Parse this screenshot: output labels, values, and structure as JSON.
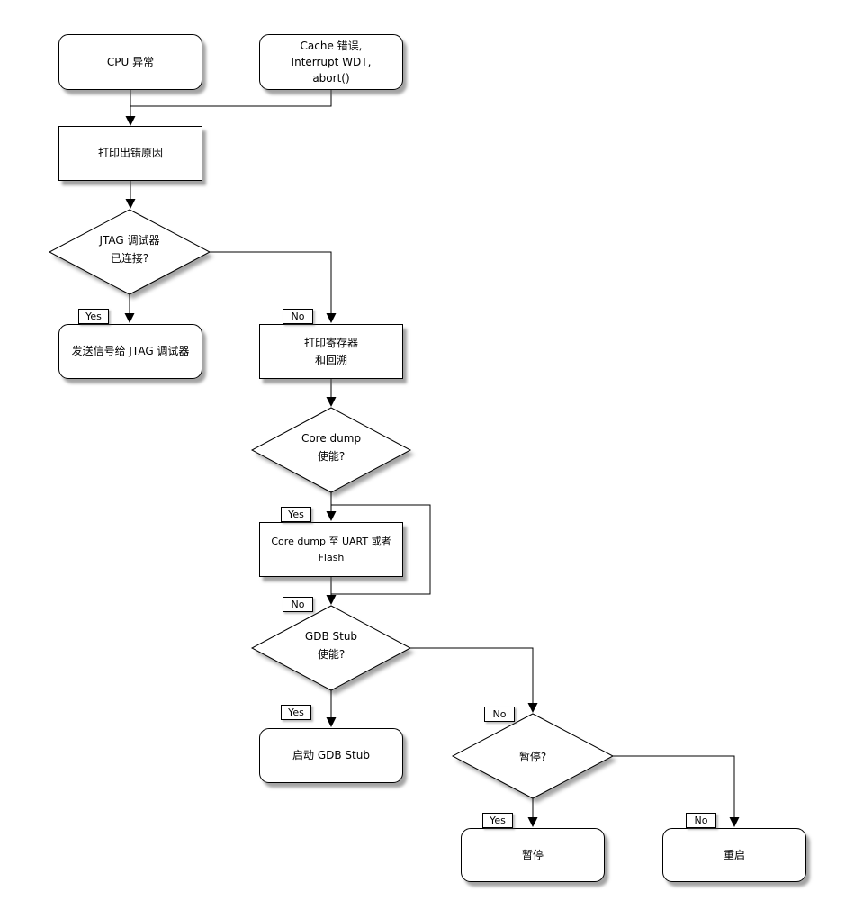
{
  "diagram": {
    "type": "flowchart",
    "colors": {
      "background": "#ffffff",
      "node_fill": "#ffffff",
      "stroke": "#000000",
      "text": "#000000",
      "shadow": "#9a9a9a"
    },
    "edge_labels": {
      "yes": "Yes",
      "no": "No"
    },
    "nodes": {
      "cpu_exception": {
        "label": "CPU 异常"
      },
      "cache_error": {
        "label": "Cache 错误,\nInterrupt WDT,\nabort()"
      },
      "print_error_reason": {
        "label": "打印出错原因"
      },
      "jtag_connected": {
        "label": "JTAG 调试器\n已连接?"
      },
      "send_signal_jtag": {
        "label": "发送信号给 JTAG 调试器"
      },
      "print_registers_backtrace": {
        "label": "打印寄存器\n和回溯"
      },
      "core_dump_enabled": {
        "label": "Core dump\n使能?"
      },
      "core_dump_to_uart_flash": {
        "label": "Core dump 至 UART 或者 Flash"
      },
      "gdb_stub_enabled": {
        "label": "GDB Stub\n使能?"
      },
      "start_gdb_stub": {
        "label": "启动 GDB Stub"
      },
      "halt_decision": {
        "label": "暂停?"
      },
      "halt": {
        "label": "暂停"
      },
      "reboot": {
        "label": "重启"
      }
    }
  }
}
